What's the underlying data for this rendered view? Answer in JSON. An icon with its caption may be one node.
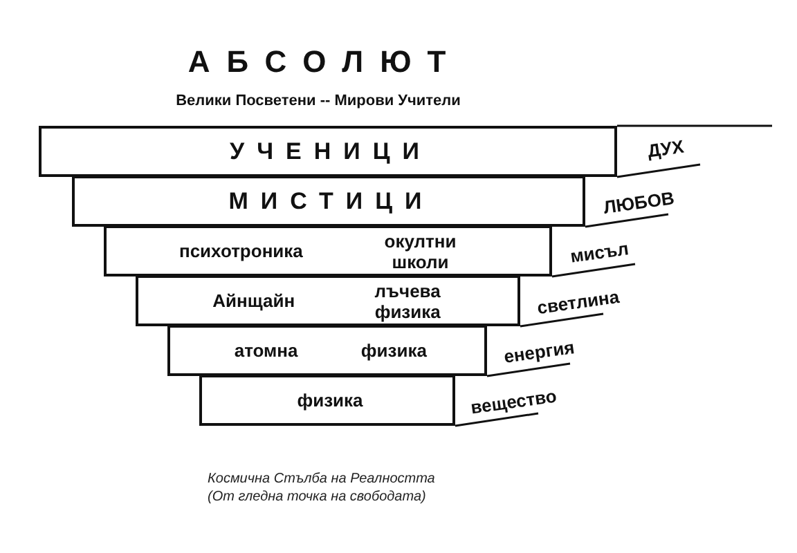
{
  "diagram": {
    "title": "АБСОЛЮТ",
    "caption": "Космична Стълба на Реалността (От гледна точка на свободата)",
    "nodes": [
      {
        "text": [
          "УЧЕНИЦИ"
        ],
        "beside": [
          "ДУХ"
        ]
      },
      {
        "text": [
          "МИСТИЦИ"
        ],
        "beside": [
          "ЛЮБОВ"
        ]
      },
      {
        "text": [
          "психотроника",
          "окултни школи"
        ],
        "beside": [
          "мисъл"
        ]
      },
      {
        "text": [
          "Айнщайн",
          "лъчева физика"
        ],
        "beside": [
          "светлина"
        ]
      },
      {
        "text": [
          "атомна",
          "физика"
        ],
        "beside": [
          "енергия"
        ]
      },
      {
        "text": [
          "физика"
        ],
        "beside": [
          "вещество"
        ]
      }
    ],
    "labels": [
      "Велики Посветени -- Мирови Учители"
    ]
  }
}
